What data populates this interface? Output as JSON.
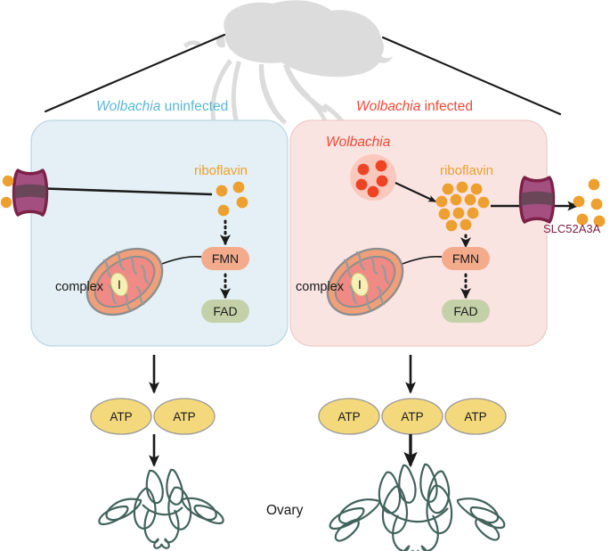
{
  "figure": {
    "organism_icon": "fruit-fly-silhouette",
    "center_label": "Ovary"
  },
  "panels": [
    {
      "id": "uninfected",
      "header_italic": "Wolbachia",
      "header_plain": " uninfected",
      "header_color": "#5bb6d6",
      "panel_fill": "#e4f0f5",
      "panel_stroke": "#b9d6e0",
      "riboflavin_label": "riboflavin",
      "riboflavin_dot_count": 4,
      "fmn_label": "FMN",
      "fad_label": "FAD",
      "complex_label": "complex",
      "complex_roman": "I",
      "atp_label": "ATP",
      "atp_count": 2,
      "ovary_size": "small",
      "transporter_present": true,
      "transporter_label": "",
      "transporter_direction": "out-left",
      "external_dot_count": 2,
      "wolbachia_present": false
    },
    {
      "id": "infected",
      "header_italic": "Wolbachia",
      "header_plain": " infected",
      "header_color": "#ef4a37",
      "panel_fill": "#fae4e2",
      "panel_stroke": "#efc9c6",
      "riboflavin_label": "riboflavin",
      "riboflavin_dot_count": 12,
      "fmn_label": "FMN",
      "fad_label": "FAD",
      "complex_label": "complex",
      "complex_roman": "I",
      "atp_label": "ATP",
      "atp_count": 3,
      "ovary_size": "large",
      "transporter_present": true,
      "transporter_label": "SLC52A3A",
      "transporter_direction": "out-right",
      "external_dot_count": 5,
      "wolbachia_present": true,
      "wolbachia_label": "Wolbachia",
      "wolbachia_dot_count": 5
    }
  ],
  "colors": {
    "riboflavin_dot": "#eda02f",
    "wolbachia_dot": "#ef4423",
    "wolbachia_circle": "#fbc8bd",
    "transporter_fill": "#a34f80",
    "transporter_stroke": "#7d2148",
    "transporter_band": "#5e4450",
    "mito_outer": "#efa07b",
    "mito_matrix": "#f08a84",
    "mito_stroke": "#8e8e8e",
    "complex_fill": "#f6f0b4",
    "fmn_fill": "#f3ab8c",
    "fad_fill": "#c4d1a8",
    "atp_fill": "#f4d87c",
    "atp_stroke": "#9a9a9a",
    "ovary_stroke": "#42635c",
    "fly_fill": "#dcdcdc",
    "arrow": "#1a1a1a"
  }
}
